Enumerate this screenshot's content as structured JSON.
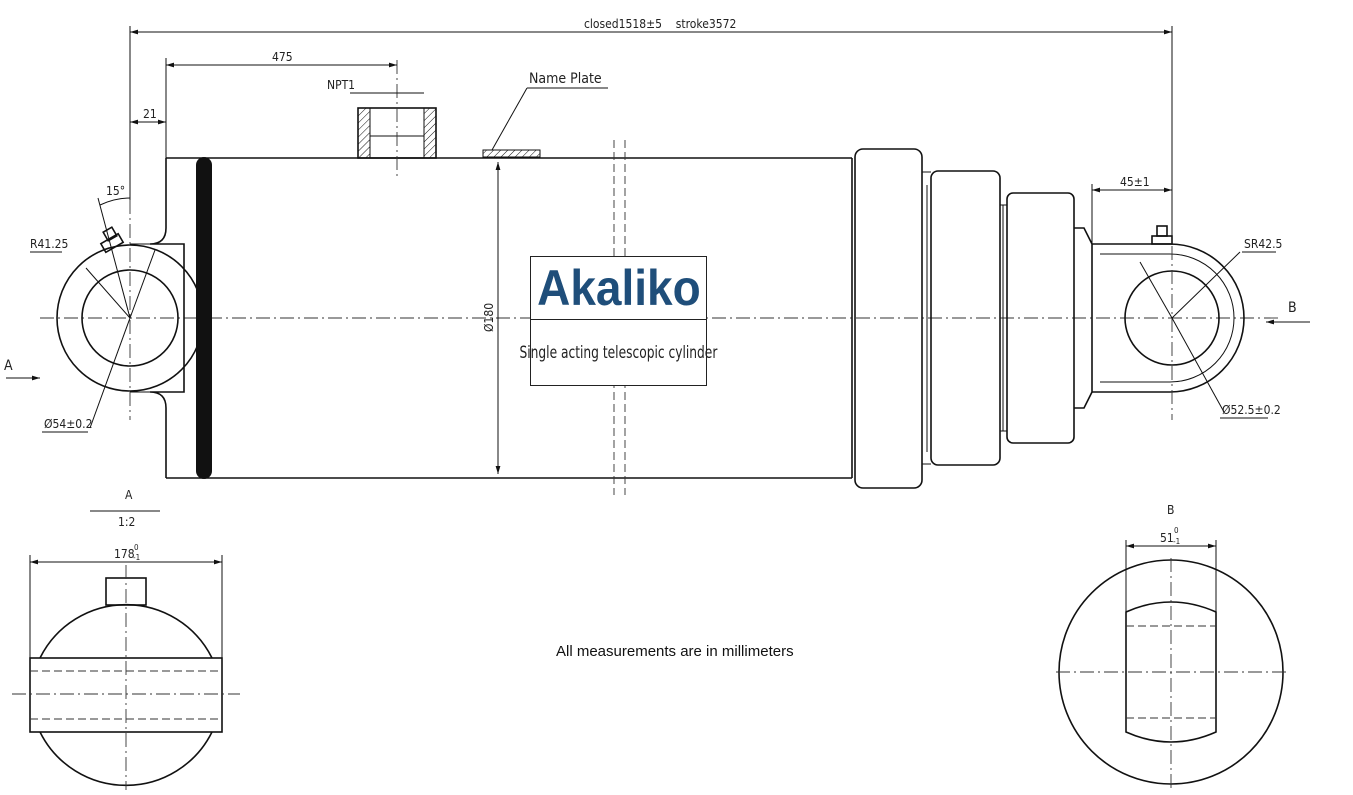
{
  "dimensions": {
    "overall": "closed1518±5    stroke3572",
    "mount_offset": "475",
    "port_thread": "NPT1",
    "name_plate": "Name Plate",
    "eye_offset": "21",
    "angle": "15°",
    "radius_left": "R41.25",
    "diameter_left": "Ø54±0.2",
    "body_diameter": "Ø180",
    "rod_offset": "45±1",
    "radius_right": "SR42.5",
    "diameter_right": "Ø52.5±0.2"
  },
  "arrows": {
    "left": "A",
    "right": "B"
  },
  "view_a": {
    "title": "A",
    "scale": "1:2",
    "width": "178",
    "tolerance_top": "0",
    "tolerance_bottom": "-1"
  },
  "view_b": {
    "title": "B",
    "width": "51",
    "tolerance_top": "0",
    "tolerance_bottom": "-1"
  },
  "brand": {
    "name": "Akaliko",
    "product": "Single acting telescopic cylinder",
    "color": "#1f4e7a"
  },
  "note": "All measurements are in millimeters"
}
